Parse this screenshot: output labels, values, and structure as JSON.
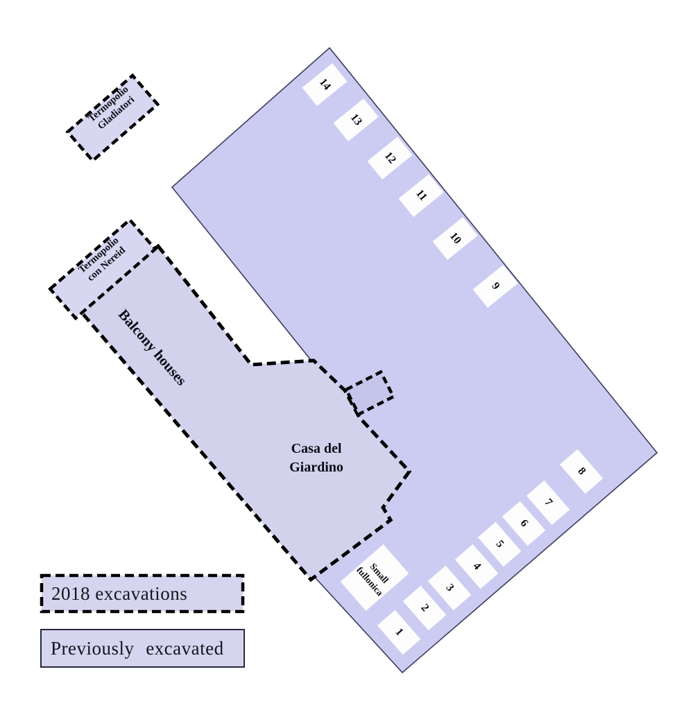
{
  "figure": {
    "type": "archaeological-site-plan",
    "background": "#ffffff"
  },
  "areas": {
    "termopolio_gladiatori": {
      "line1": "Termopolio",
      "line2": "Gladiatori"
    },
    "termopolio_nereid": {
      "line1": "Termopolio",
      "line2": "con Nereid"
    },
    "balcony_houses": {
      "label": "Balcony houses"
    },
    "casa_del_giardino": {
      "line1": "Casa del",
      "line2": "Giardino"
    },
    "small_fullonica": {
      "line1": "Small",
      "line2": "fullonica"
    }
  },
  "rooms": {
    "top": [
      "14",
      "13",
      "12",
      "11",
      "10",
      "9"
    ],
    "bottom": [
      "1",
      "2",
      "3",
      "4",
      "5",
      "6",
      "7",
      "8"
    ]
  },
  "legend": {
    "dashed_label": "2018 excavations",
    "solid_label": "Previously  excavated"
  },
  "colors": {
    "previously_excavated_fill": "#ccccf2",
    "excavation_2018_fill": "#d3d2ed",
    "annex_fill": "#c5c4ea",
    "termopolio_fill": "#d8d7f2",
    "legend_fill": "#d6d5f0",
    "outline": "#3b3b5c",
    "dash_color": "#000000",
    "room_box_fill": "#fdfdfe"
  }
}
